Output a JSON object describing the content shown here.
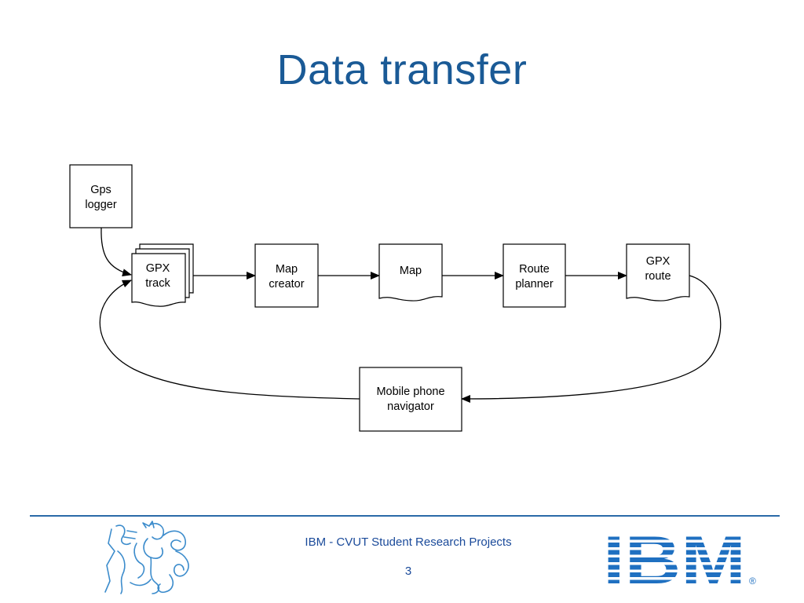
{
  "slide": {
    "title": "Data transfer",
    "footer_text": "IBM - CVUT Student Research Projects",
    "page_number": "3",
    "ibm_logo_text": "IBM",
    "registered_mark": "®"
  },
  "diagram": {
    "nodes": {
      "gps_logger": [
        "Gps",
        "logger"
      ],
      "gpx_track": [
        "GPX",
        "track"
      ],
      "map_creator": [
        "Map",
        "creator"
      ],
      "map": [
        "Map"
      ],
      "route_planner": [
        "Route",
        "planner"
      ],
      "gpx_route": [
        "GPX",
        "route"
      ],
      "mobile_navigator": [
        "Mobile phone",
        "navigator"
      ]
    },
    "edges": [
      [
        "gps_logger",
        "gpx_track"
      ],
      [
        "gpx_track",
        "map_creator"
      ],
      [
        "map_creator",
        "map"
      ],
      [
        "map",
        "route_planner"
      ],
      [
        "route_planner",
        "gpx_route"
      ],
      [
        "gpx_route",
        "mobile_navigator"
      ],
      [
        "mobile_navigator",
        "gpx_track"
      ]
    ]
  },
  "colors": {
    "title": "#1a5a96",
    "footer_text": "#1a4a9a",
    "footer_line": "#2a6aa8",
    "ibm_blue": "#1f70c1",
    "cvut_logo": "#3c8ccc"
  },
  "icons": [
    "cvut-lion-logo",
    "ibm-logo"
  ]
}
